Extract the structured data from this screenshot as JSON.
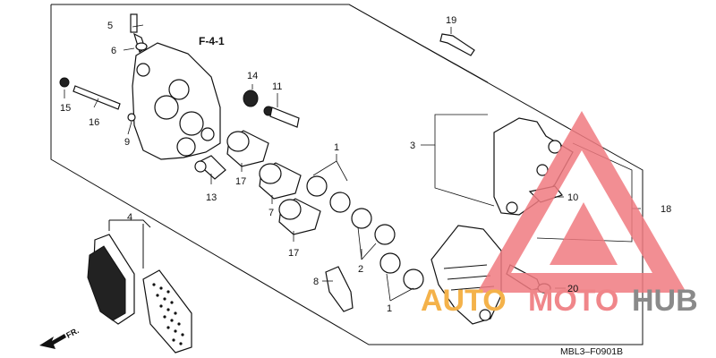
{
  "diagram": {
    "reference": "F-4-1",
    "footer_code": "MBL3–F0901B",
    "direction_label": "FR.",
    "callouts": {
      "c1a": "1",
      "c1b": "1",
      "c2": "2",
      "c3": "3",
      "c4": "4",
      "c5": "5",
      "c6": "6",
      "c7": "7",
      "c8": "8",
      "c9": "9",
      "c10": "10",
      "c11": "11",
      "c13": "13",
      "c14": "14",
      "c15": "15",
      "c16": "16",
      "c17a": "17",
      "c17b": "17",
      "c18": "18",
      "c19": "19",
      "c20": "20"
    }
  },
  "watermark": {
    "part1": "AUTO",
    "part2": "MOTO",
    "part3": "HUB",
    "colors": {
      "triangle": "#f07a80",
      "auto": "#f4b24a",
      "moto": "#f0868a",
      "hub": "#8a8a8a"
    }
  }
}
